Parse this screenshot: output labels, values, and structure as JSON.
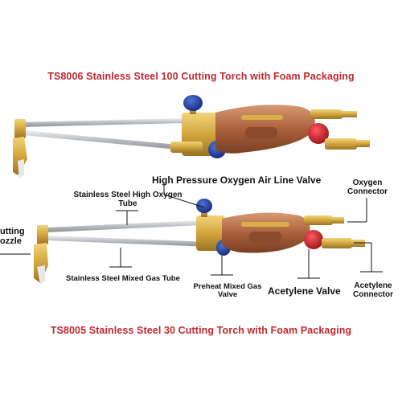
{
  "titles": {
    "top": "TS8006 Stainless Steel 100 Cutting Torch with Foam Packaging",
    "bottom": "TS8005 Stainless Steel 30 Cutting Torch with Foam Packaging"
  },
  "labels": {
    "high_pressure_valve": "High Pressure Oxygen Air Line Valve",
    "oxygen_tube_line1": "Stainless Steel High Oxygen",
    "oxygen_tube_line2": "Tube",
    "oxygen_connector_line1": "Oxygen",
    "oxygen_connector_line2": "Connector",
    "cutting_nozzle_line1": "utting",
    "cutting_nozzle_line2": "ozzle",
    "mixed_gas_tube": "Stainless Steel Mixed Gas Tube",
    "preheat_valve_line1": "Preheat Mixed Gas",
    "preheat_valve_line2": "Valve",
    "acetylene_valve": "Acetylene Valve",
    "acetylene_connector_line1": "Acetylene",
    "acetylene_connector_line2": "Connector"
  },
  "colors": {
    "title": "#c0282d",
    "copper": "#b9724a",
    "brass": "#d9b04a",
    "steel": "#c8ccd0",
    "blue_knob": "#1f3f9e",
    "red_knob": "#d0242b"
  }
}
